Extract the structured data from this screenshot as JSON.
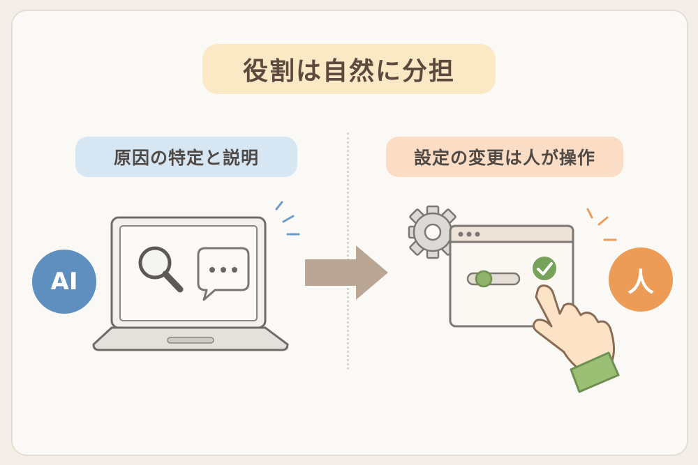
{
  "title": "役割は自然に分担",
  "left": {
    "label": "原因の特定と説明",
    "badge": "AI",
    "icons": [
      "laptop-icon",
      "magnifier-icon",
      "speech-bubble-icon"
    ]
  },
  "right": {
    "label": "設定の変更は人が操作",
    "badge": "人",
    "icons": [
      "gear-icon",
      "settings-window-icon",
      "toggle-switch-icon",
      "check-icon",
      "pointing-hand-icon"
    ]
  },
  "colors": {
    "background": "#fbf9f5",
    "title_bg": "#fbe9c6",
    "left_label_bg": "#d7e6f3",
    "right_label_bg": "#fbdcc4",
    "ai_badge": "#5f8fbf",
    "person_badge": "#ec9c57",
    "arrow": "#b9a695",
    "check": "#77a25a"
  }
}
